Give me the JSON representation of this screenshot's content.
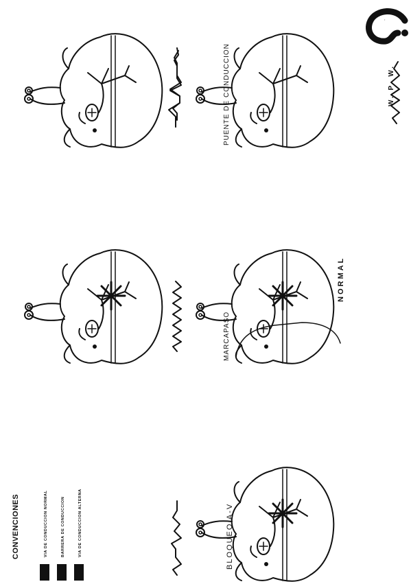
{
  "panels": [
    {
      "id": "normal",
      "label": "NORMAL"
    },
    {
      "id": "wpw",
      "label": "W. P. W."
    },
    {
      "id": "marca",
      "label": "MARCAPASO"
    },
    {
      "id": "puente",
      "label": "PUENTE DE CONDUCCION"
    },
    {
      "id": "bloqueo",
      "label": "BLOQUEO   A-V"
    }
  ],
  "legend": {
    "title": "CONVENCIONES",
    "items": [
      {
        "label": "VIA  DE  CONDUCCION  NORMAL"
      },
      {
        "label": "BARRERA  DE  CONDUCCION"
      },
      {
        "label": "VIA  DE  CONDUCCION  ALTERNA"
      }
    ]
  },
  "corner_mark": "?"
}
